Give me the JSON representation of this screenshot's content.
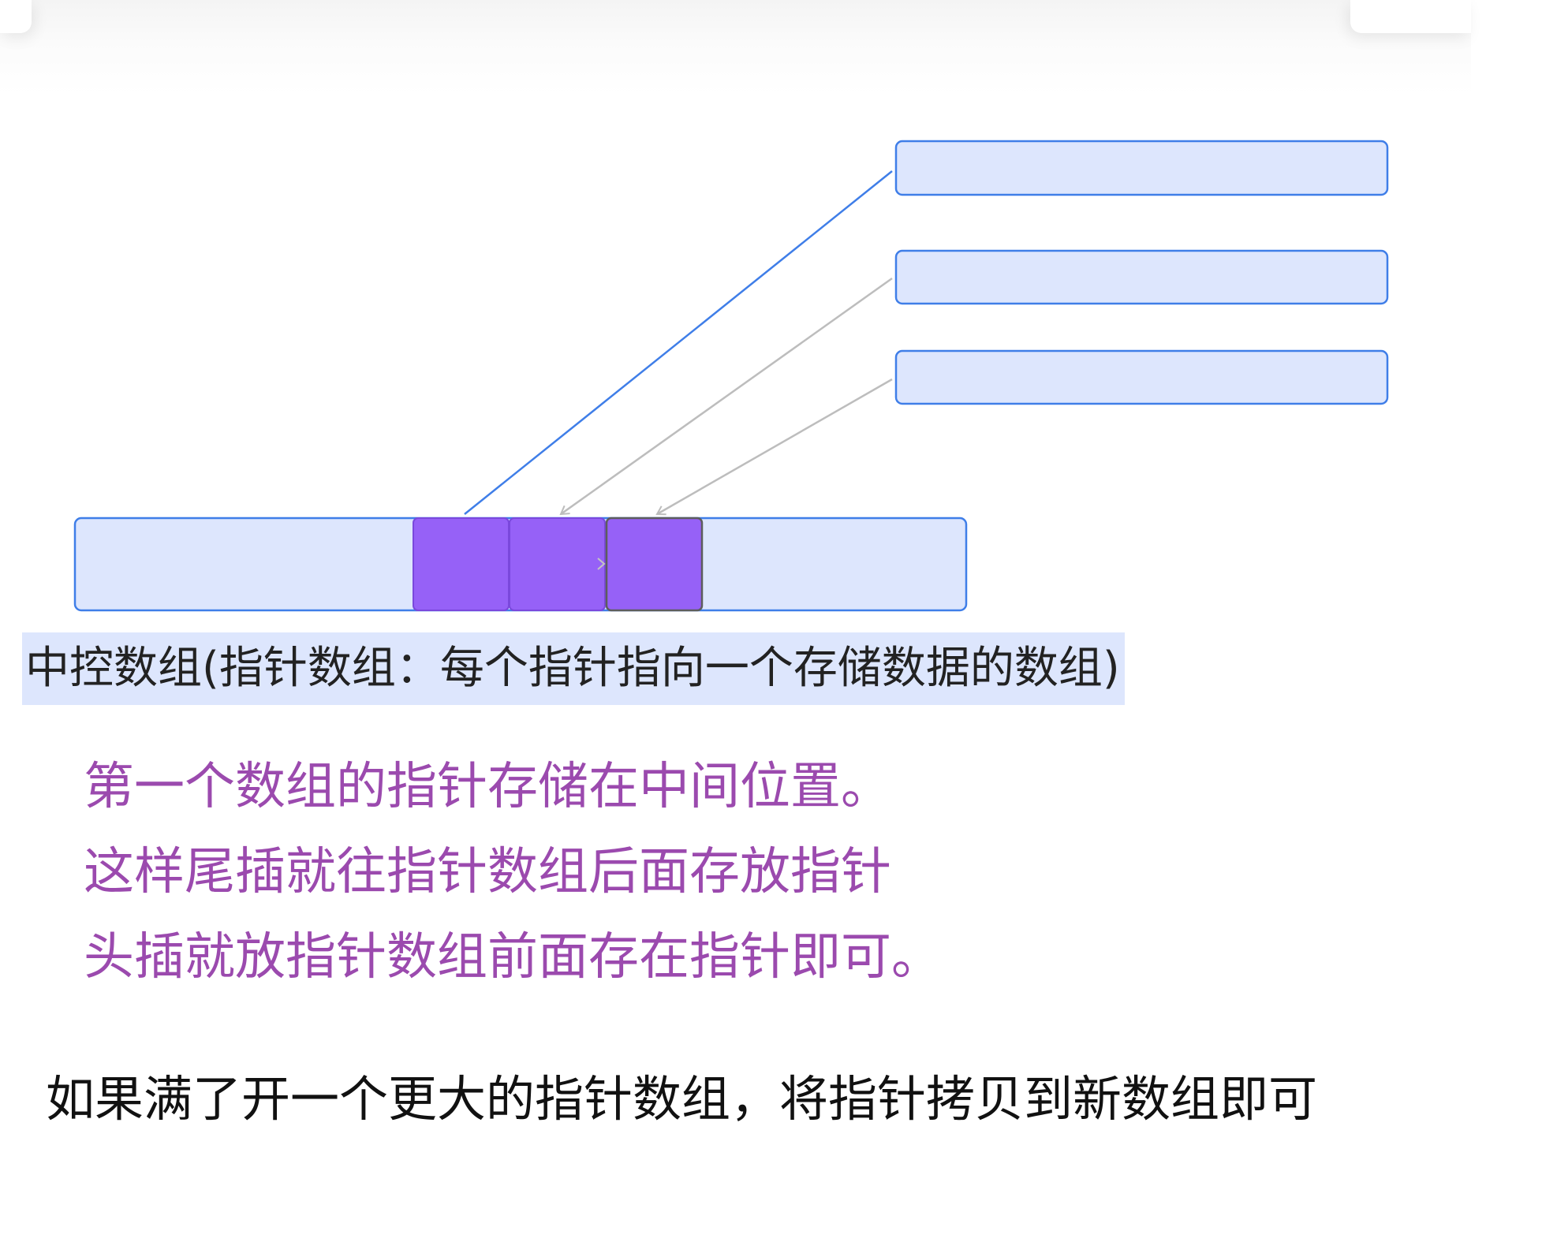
{
  "diagram": {
    "caption": "中控数组(指针数组：每个指针指向一个存储数据的数组)",
    "colors": {
      "block_fill": "#dde6fd",
      "block_border": "#3f7ee8",
      "pointer_fill": "#9661f7",
      "active_link": "#3f7ee8",
      "inactive_link": "#bdbdbd"
    }
  },
  "notes": {
    "line1": "第一个数组的指针存储在中间位置。",
    "line2": "这样尾插就往指针数组后面存放指针",
    "line3": "头插就放指针数组前面存在指针即可。"
  },
  "summary": "如果满了开一个更大的指针数组，将指针拷贝到新数组即可"
}
